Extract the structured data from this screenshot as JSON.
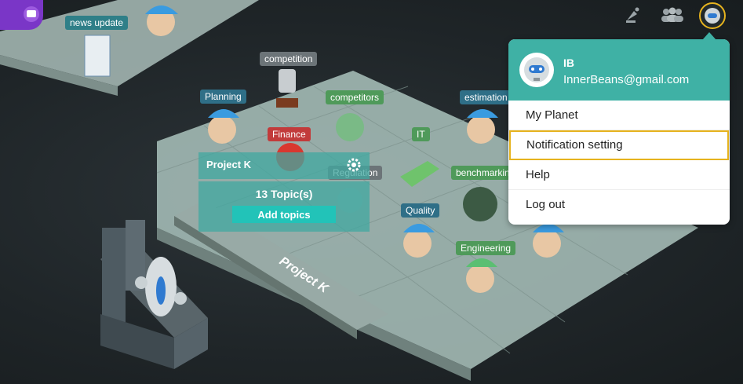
{
  "scene": {
    "labels": {
      "news_update": "news update",
      "competition": "competition",
      "planning": "Planning",
      "competitors": "competitors",
      "estimation": "estimation",
      "finance": "Finance",
      "it": "IT",
      "regulation": "Regulation",
      "benchmarking": "benchmarking",
      "quality": "Quality",
      "engineering": "Engineering"
    },
    "road_label": "Project K"
  },
  "project_card": {
    "title": "Project K",
    "topics": "13 Topic(s)",
    "add_button": "Add topics"
  },
  "topbar": {
    "icons": [
      "satellite-icon",
      "people-icon",
      "profile-avatar"
    ]
  },
  "user_menu": {
    "initials": "IB",
    "email": "InnerBeans@gmail.com",
    "items": [
      {
        "label": "My Planet"
      },
      {
        "label": "Notification setting"
      },
      {
        "label": "Help"
      },
      {
        "label": "Log out"
      }
    ]
  },
  "colors": {
    "teal": "#3fb1a5",
    "highlight": "#e6b31e",
    "button": "#22c3b8"
  }
}
